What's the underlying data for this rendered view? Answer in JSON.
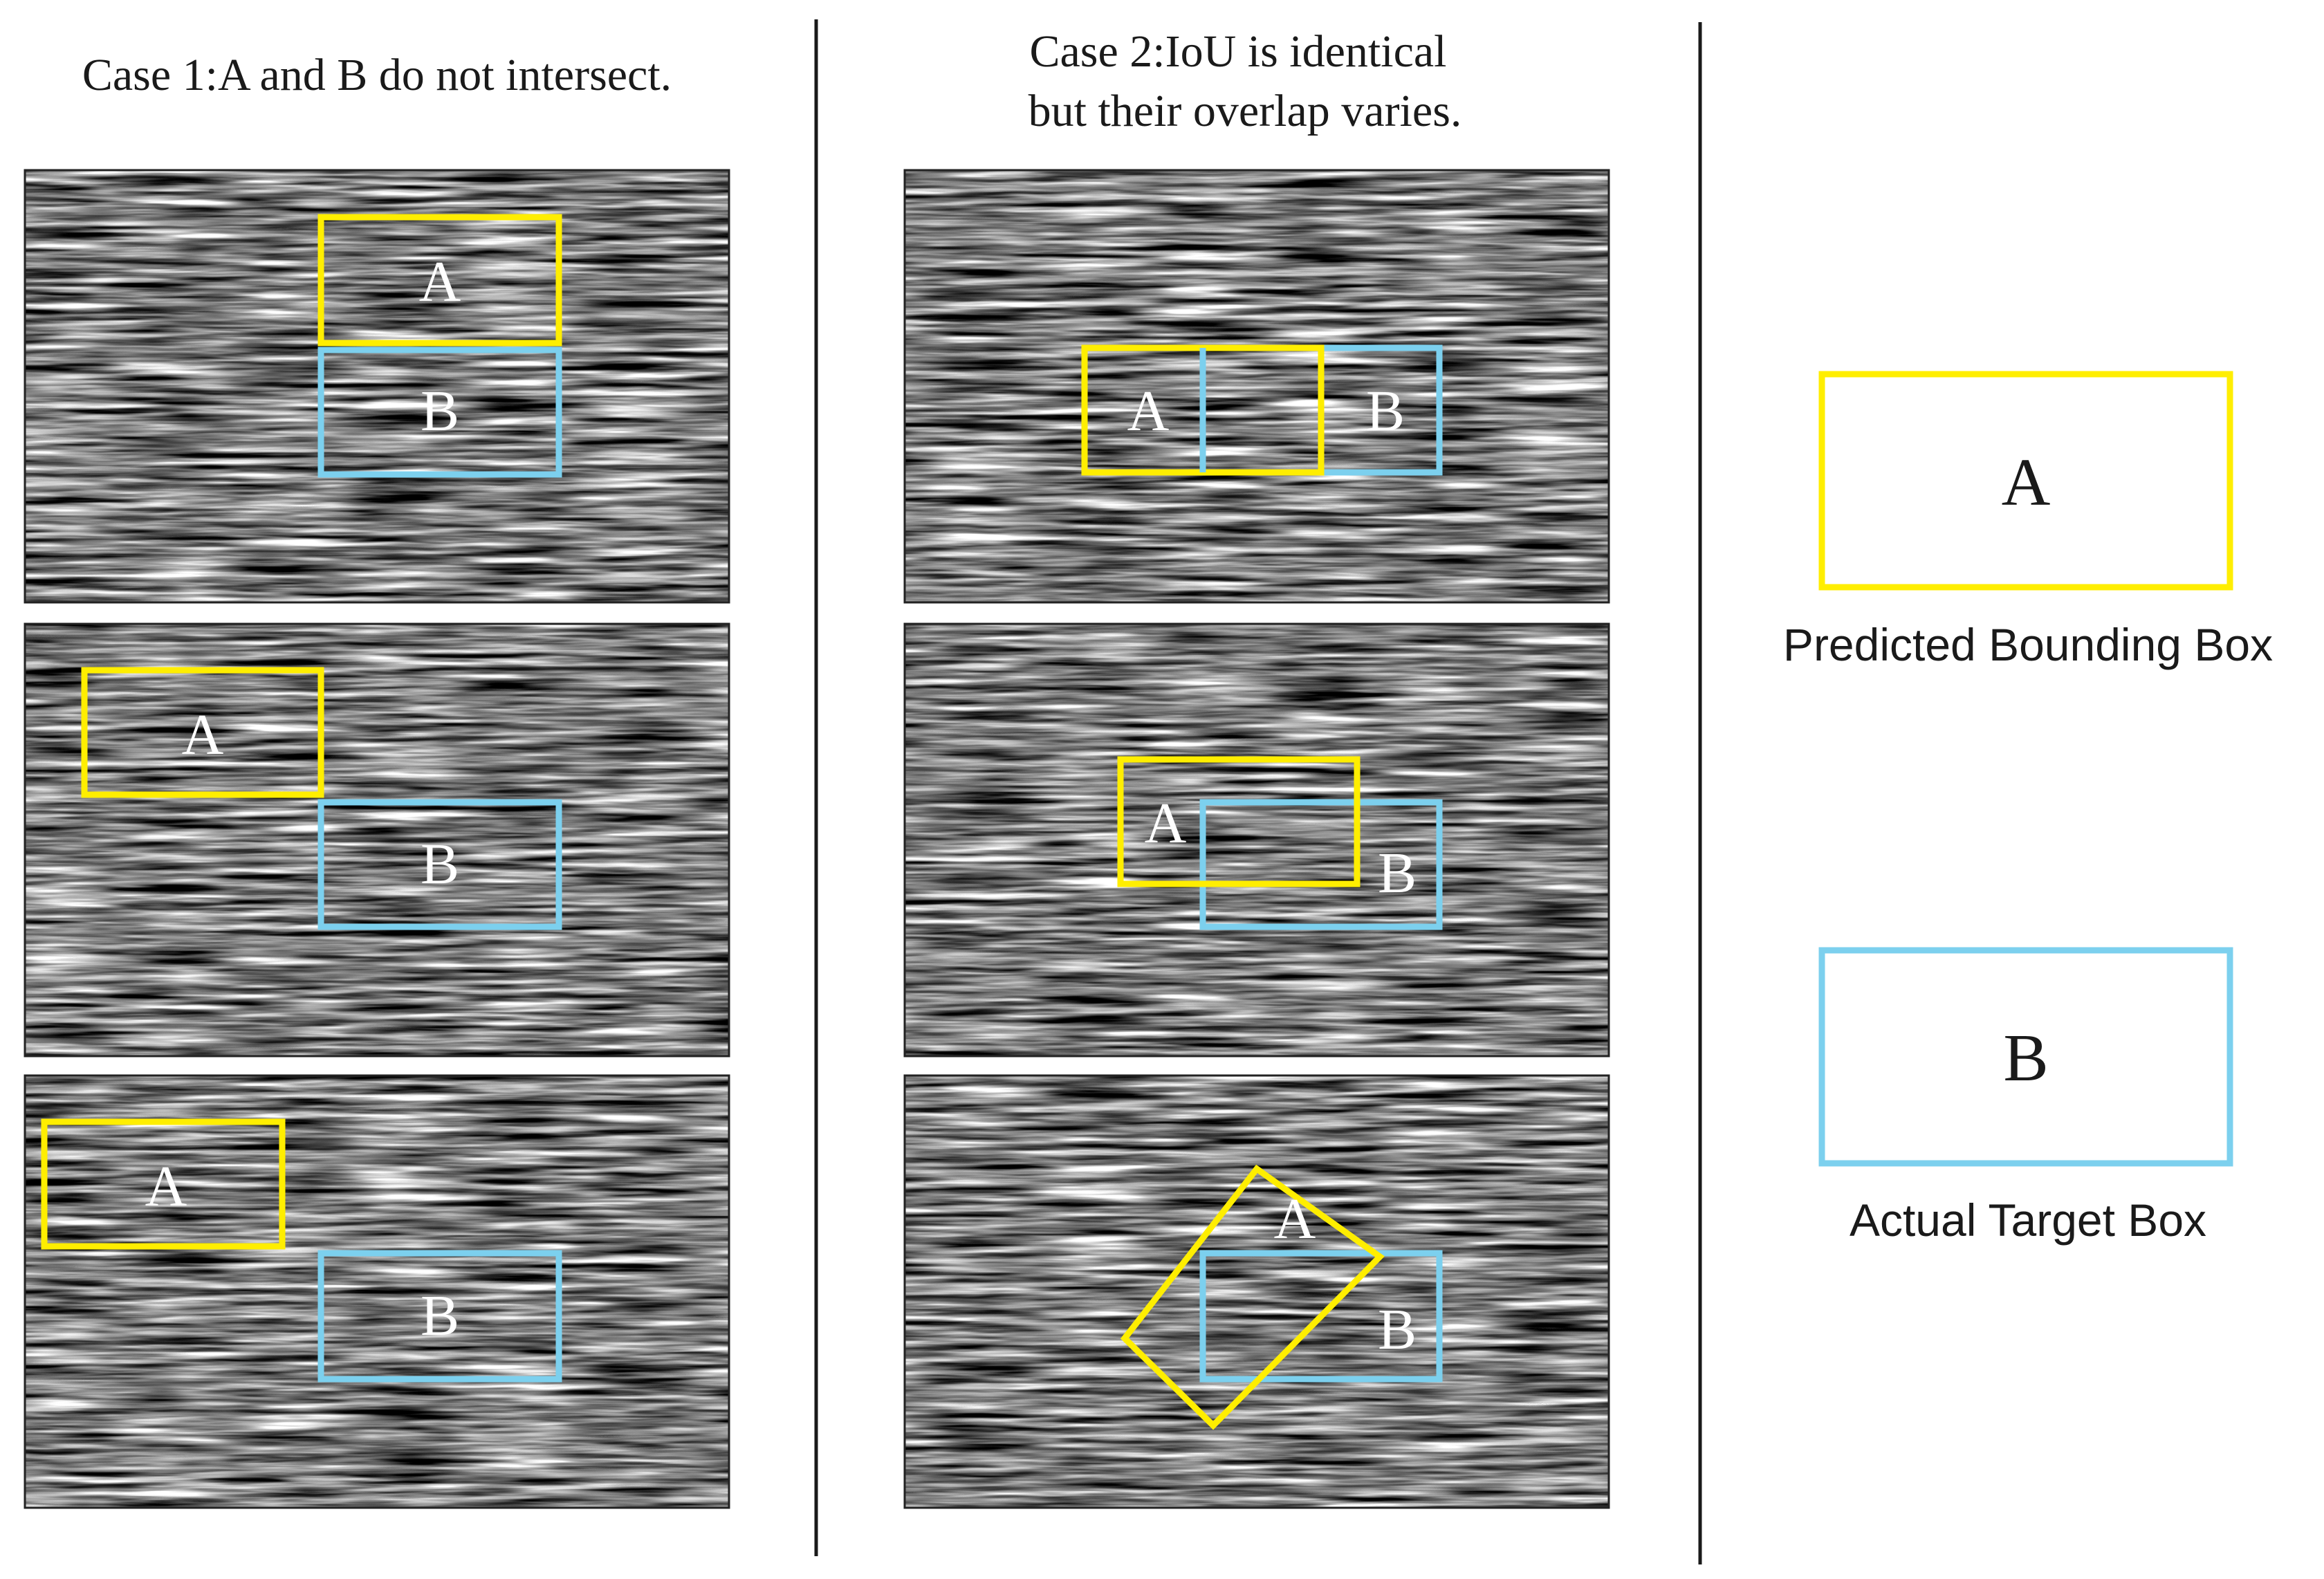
{
  "case1": {
    "title": "Case 1:A and B do not intersect."
  },
  "case2": {
    "title_line1": "Case 2:IoU is identical",
    "title_line2": "but their overlap varies."
  },
  "labels": {
    "predicted": "A",
    "actual": "B"
  },
  "legend": {
    "predicted_letter": "A",
    "predicted_caption": "Predicted Bounding Box",
    "actual_letter": "B",
    "actual_caption": "Actual Target Box"
  },
  "colors": {
    "predicted": "#ffee00",
    "actual": "#7cd0ee",
    "divider": "#1a1a1a",
    "text": "#1a1a1a",
    "panel_label": "#ffffff"
  }
}
